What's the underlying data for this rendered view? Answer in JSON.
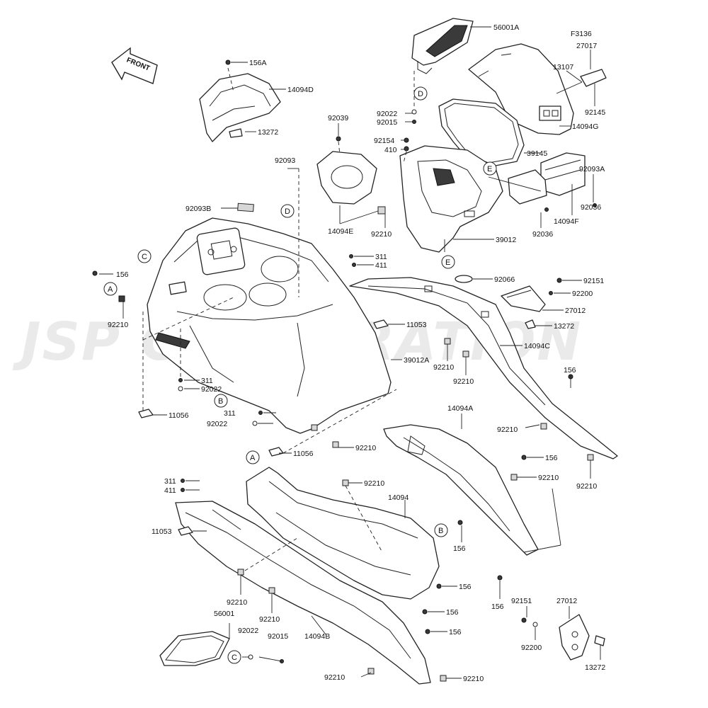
{
  "diagram": {
    "code": "F3136",
    "front_arrow_label": "FRONT",
    "watermark": "JSP CORPORATION",
    "part_numbers": {
      "p56001A": "56001A",
      "p27017": "27017",
      "p13107": "13107",
      "p92145": "92145",
      "p14094G": "14094G",
      "p156A": "156A",
      "p14094D": "14094D",
      "p13272_top": "13272",
      "p92039": "92039",
      "p92022_top": "92022",
      "p92015_top": "92015",
      "p92154": "92154",
      "p410": "410",
      "p39145": "39145",
      "p92093": "92093",
      "p92093A": "92093A",
      "p92093B": "92093B",
      "p14094E": "14094E",
      "p92210_a": "92210",
      "p92036_a": "92036",
      "p14094F": "14094F",
      "p92036_b": "92036",
      "p39012": "39012",
      "p311_a": "311",
      "p411_a": "411",
      "p156_a": "156",
      "p92066": "92066",
      "p92151_a": "92151",
      "p92200_a": "92200",
      "p27012_a": "27012",
      "p13272_a": "13272",
      "p92210_b": "92210",
      "p11053_a": "11053",
      "p92210_c": "92210",
      "p14094C": "14094C",
      "p92210_d": "92210",
      "p39012A": "39012A",
      "p311_b": "311",
      "p92022_b": "92022",
      "p156_b": "156",
      "p11056_a": "11056",
      "p311_c": "311",
      "p92022_c": "92022",
      "p92210_e": "92210",
      "p11056_b": "11056",
      "p14094A": "14094A",
      "p92210_f": "92210",
      "p156_c": "156",
      "p92210_g": "92210",
      "p92210_h": "92210",
      "p311_d": "311",
      "p411_b": "411",
      "p92210_i": "92210",
      "p14094": "14094",
      "p11053_b": "11053",
      "p156_d": "156",
      "p156_e": "156",
      "p156_f": "156",
      "p92210_j": "92210",
      "p92210_k": "92210",
      "p56001": "56001",
      "p92022_d": "92022",
      "p92015_b": "92015",
      "p14094B": "14094B",
      "p156_g": "156",
      "p156_h": "156",
      "p92151_b": "92151",
      "p27012_b": "27012",
      "p92200_b": "92200",
      "p13272_b": "13272",
      "p92210_l": "92210",
      "p92210_m": "92210"
    },
    "refs": {
      "A": "A",
      "B": "B",
      "C": "C",
      "D": "D",
      "E": "E"
    }
  }
}
